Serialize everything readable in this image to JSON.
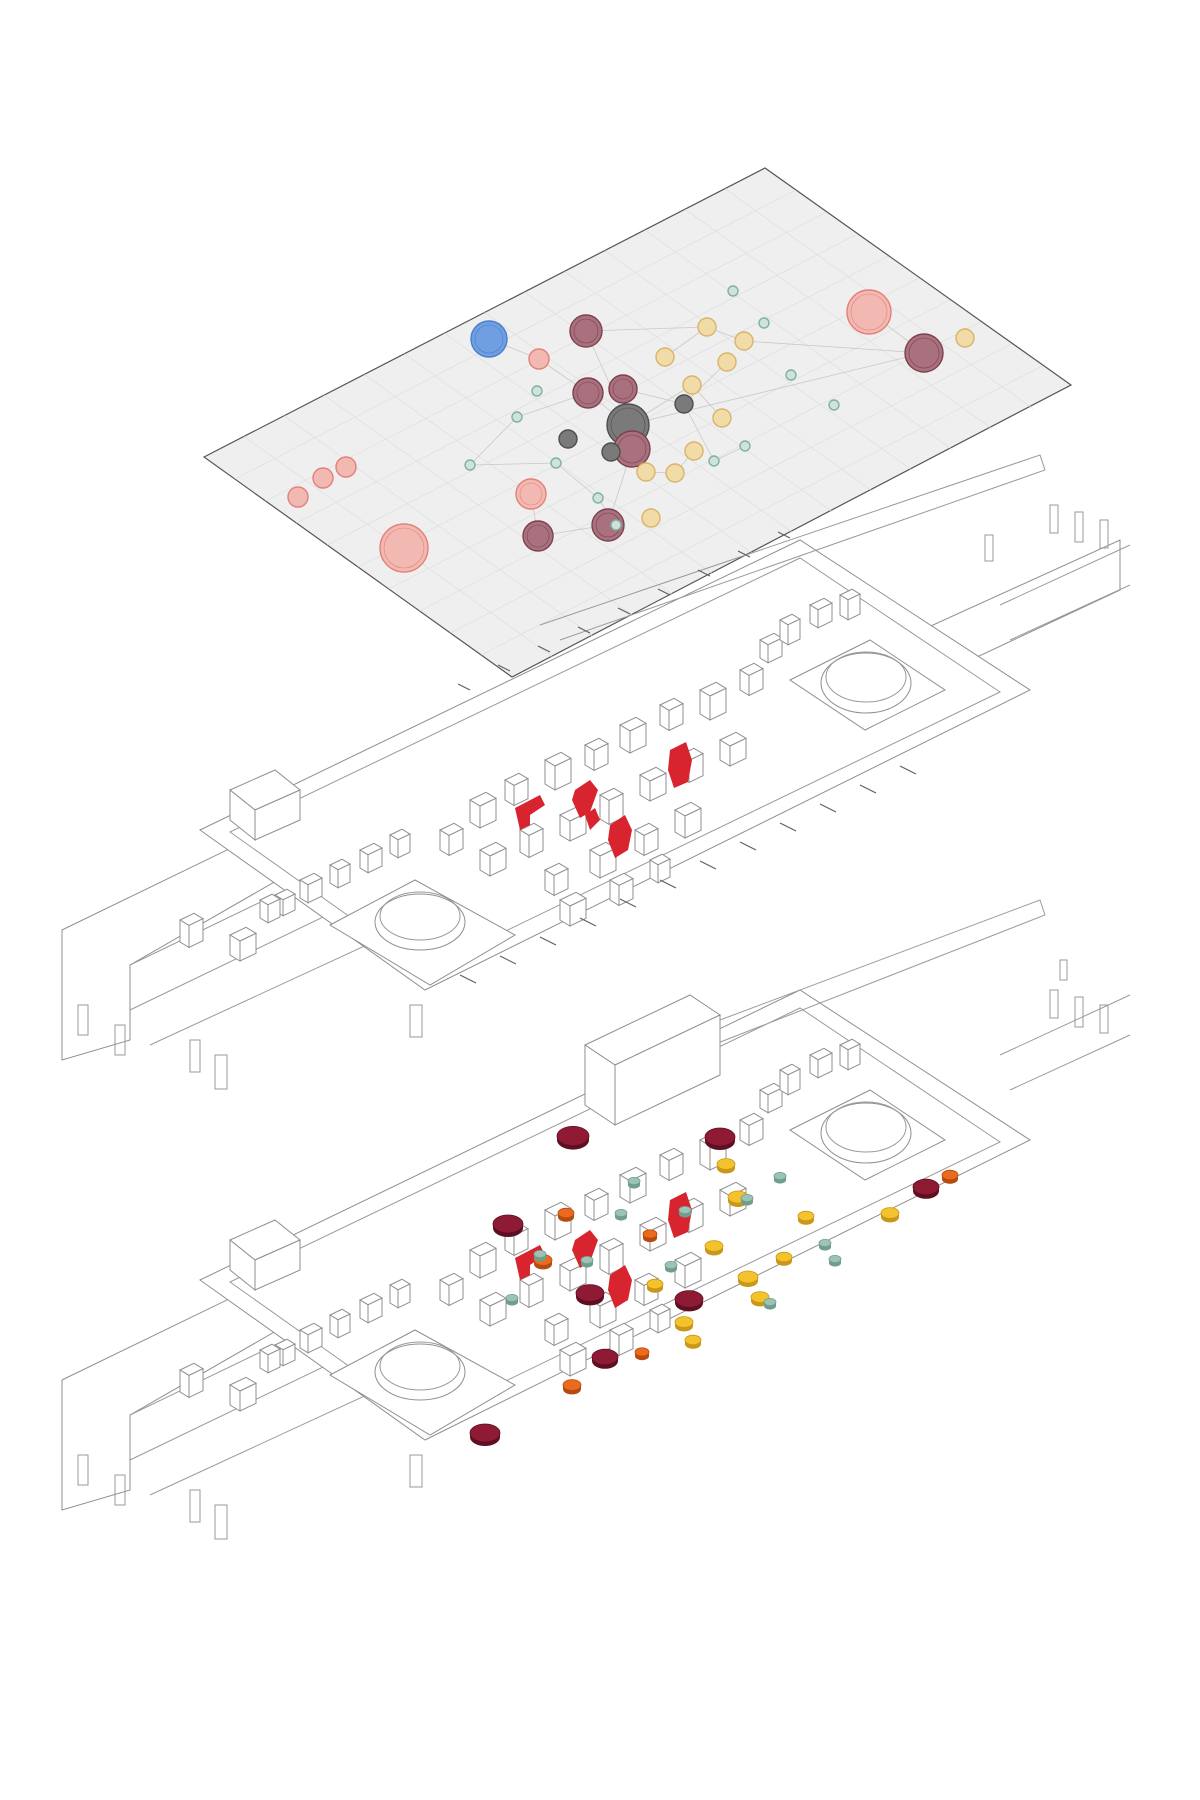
{
  "palette": {
    "dark_red": "#8e1b33",
    "red": "#d8242f",
    "orange": "#ec6a1d",
    "yellow": "#f3c22c",
    "sage": "#9cc3b4",
    "blue": "#6f9fe0",
    "grey": "#7a7a7a",
    "pale_mauve": "#a9707d",
    "pale_yellow": "#f1dca8",
    "pale_pink": "#f2b9b2",
    "pale_sage": "#cfe3dc"
  },
  "layers": [
    {
      "name": "network-map-layer"
    },
    {
      "name": "floor-plan-layer-upper"
    },
    {
      "name": "floor-plan-layer-lower"
    }
  ],
  "network": {
    "nodes": [
      {
        "kind": "blue",
        "r": 18
      },
      {
        "kind": "pink",
        "r": 10
      },
      {
        "kind": "mauve",
        "r": 15
      },
      {
        "kind": "grey",
        "r": 21
      },
      {
        "kind": "mauve",
        "r": 16
      },
      {
        "kind": "mauve",
        "r": 14
      },
      {
        "kind": "mauve",
        "r": 18
      },
      {
        "kind": "mauve",
        "r": 16
      },
      {
        "kind": "pink",
        "r": 24
      },
      {
        "kind": "pink",
        "r": 22
      },
      {
        "kind": "mauve",
        "r": 19
      },
      {
        "kind": "pink",
        "r": 15
      },
      {
        "kind": "pink",
        "r": 10
      },
      {
        "kind": "pink",
        "r": 10
      },
      {
        "kind": "pink",
        "r": 10
      },
      {
        "kind": "grey",
        "r": 9
      },
      {
        "kind": "grey",
        "r": 9
      },
      {
        "kind": "grey",
        "r": 9
      },
      {
        "kind": "mauve",
        "r": 15
      },
      {
        "kind": "yellow",
        "r": 9
      },
      {
        "kind": "yellow",
        "r": 9
      },
      {
        "kind": "yellow",
        "r": 9
      },
      {
        "kind": "yellow",
        "r": 9
      },
      {
        "kind": "yellow",
        "r": 9
      },
      {
        "kind": "yellow",
        "r": 9
      },
      {
        "kind": "yellow",
        "r": 9
      },
      {
        "kind": "yellow",
        "r": 9
      },
      {
        "kind": "yellow",
        "r": 9
      },
      {
        "kind": "yellow",
        "r": 9
      },
      {
        "kind": "yellow",
        "r": 9
      },
      {
        "kind": "sage",
        "r": 5
      },
      {
        "kind": "sage",
        "r": 5
      },
      {
        "kind": "sage",
        "r": 5
      },
      {
        "kind": "sage",
        "r": 5
      },
      {
        "kind": "sage",
        "r": 5
      },
      {
        "kind": "sage",
        "r": 5
      },
      {
        "kind": "sage",
        "r": 5
      },
      {
        "kind": "sage",
        "r": 5
      },
      {
        "kind": "sage",
        "r": 5
      },
      {
        "kind": "sage",
        "r": 5
      },
      {
        "kind": "sage",
        "r": 5
      },
      {
        "kind": "sage",
        "r": 5
      }
    ]
  }
}
